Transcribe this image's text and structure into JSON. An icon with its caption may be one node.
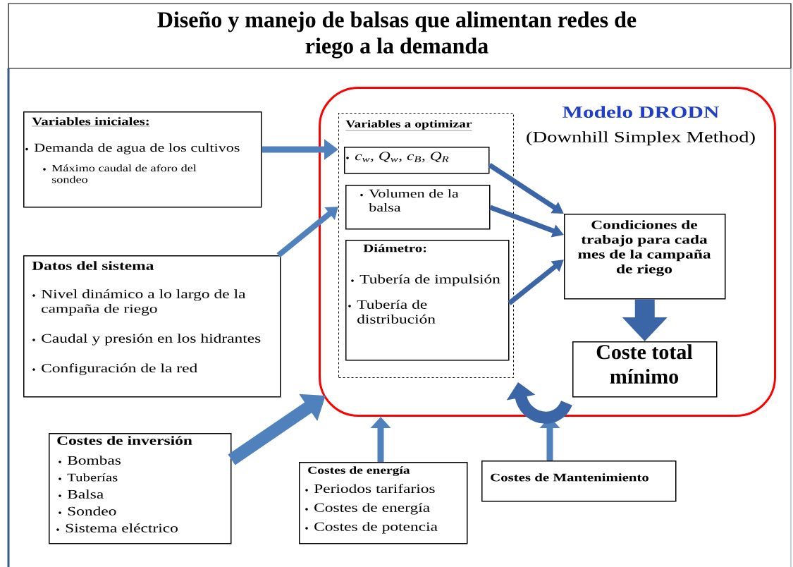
{
  "diagram": {
    "title": "Diseño y manejo de balsas que alimentan redes de riego a la demanda",
    "nodes": [
      {
        "text": [
          "Modelo DRODN",
          "(Downhill Simplex Method)"
        ]
      },
      {
        "text": [
          "Variables a optimizar"
        ],
        "in": 0
      },
      {
        "text": [
          "c$_{w}$, Q$_{w}$, c$_{B}$, Q$_{R}$"
        ],
        "in": 1
      },
      {
        "text": [
          "Volumen de la balsa"
        ],
        "in": 1
      },
      {
        "text": [
          "Diámetro:",
          "Tubería de impulsión",
          "Tubería de distribución"
        ],
        "in": 1
      },
      {
        "text": [
          "Condiciones de trabajo para cada mes de la campaña de riego"
        ],
        "in": 0
      },
      {
        "text": [
          "Coste total mínimo"
        ],
        "in": 0
      },
      {
        "text": [
          "Variables iniciales:",
          "Demanda de agua de los cultivos",
          "Máximo caudal de aforo del sondeo"
        ]
      },
      {
        "text": [
          "Datos del sistema",
          "Nivel dinámico a lo largo de la campaña de riego",
          "Caudal y presión en los hidrantes",
          "Configuración de la red"
        ]
      },
      {
        "text": [
          "Costes de inversión",
          "Bombas",
          "Tuberías",
          "Balsa",
          "Sondeo",
          "Sistema eléctrico"
        ]
      },
      {
        "text": [
          "Costes de energía",
          "Periodos tarifarios",
          "Costes de energía",
          "Costes de potencia"
        ]
      },
      {
        "text": [
          "Costes de Mantenimiento"
        ]
      }
    ],
    "edges": [
      {
        "from": 7,
        "to": 1,
        "arrow": "to"
      },
      {
        "from": 8,
        "to": 1,
        "arrow": "to"
      },
      {
        "from": 9,
        "to": 0,
        "arrow": "to",
        "style": "thick"
      },
      {
        "from": 10,
        "to": 0,
        "arrow": "to"
      },
      {
        "from": 11,
        "to": 0,
        "arrow": "to"
      },
      {
        "from": 2,
        "to": 5,
        "arrow": "to"
      },
      {
        "from": 3,
        "to": 5,
        "arrow": "to"
      },
      {
        "from": 4,
        "to": 5,
        "arrow": "to"
      },
      {
        "from": 5,
        "to": 6,
        "arrow": "to",
        "style": "thick"
      },
      {
        "from": 6,
        "to": 1,
        "arrow": "to",
        "style": "thick"
      }
    ]
  }
}
